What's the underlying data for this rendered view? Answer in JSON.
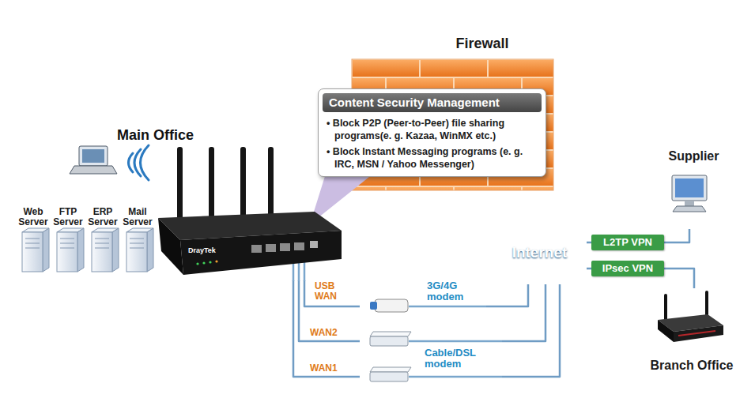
{
  "diagram": {
    "nodes": [
      {
        "text": [
          "Main Office"
        ]
      },
      {
        "text": [
          "Content Security Management",
          "• Block P2P (Peer-to-Peer) file sharing programs(e. g. Kazaa, WinMX etc.)",
          "• Block Instant Messaging programs (e. g. IRC, MSN / Yahoo Messenger)"
        ]
      },
      {
        "text": [
          "3G/4G modem"
        ]
      },
      {
        "text": [
          "Cable/DSL modem"
        ]
      },
      {
        "text": [
          "Internet"
        ]
      },
      {
        "text": [
          "Supplier"
        ]
      },
      {
        "text": [
          "Branch Office"
        ]
      }
    ],
    "edges": [
      {
        "from": 0,
        "to": 2,
        "arrow": "none",
        "label": "USB WAN"
      },
      {
        "from": 0,
        "to": 3,
        "arrow": "none",
        "label": "WAN2"
      },
      {
        "from": 0,
        "to": 3,
        "arrow": "none",
        "label": "WAN1"
      },
      {
        "from": 2,
        "to": 4,
        "arrow": "none"
      },
      {
        "from": 3,
        "to": 4,
        "arrow": "none"
      },
      {
        "from": 3,
        "to": 4,
        "arrow": "none"
      },
      {
        "from": 4,
        "to": 5,
        "arrow": "none",
        "label": "L2TP VPN"
      },
      {
        "from": 4,
        "to": 6,
        "arrow": "none",
        "label": "IPsec VPN"
      }
    ],
    "labels": [
      "Firewall",
      "Web Server",
      "FTP Server",
      "ERP Server",
      "Mail Server",
      "DrayTek"
    ]
  }
}
